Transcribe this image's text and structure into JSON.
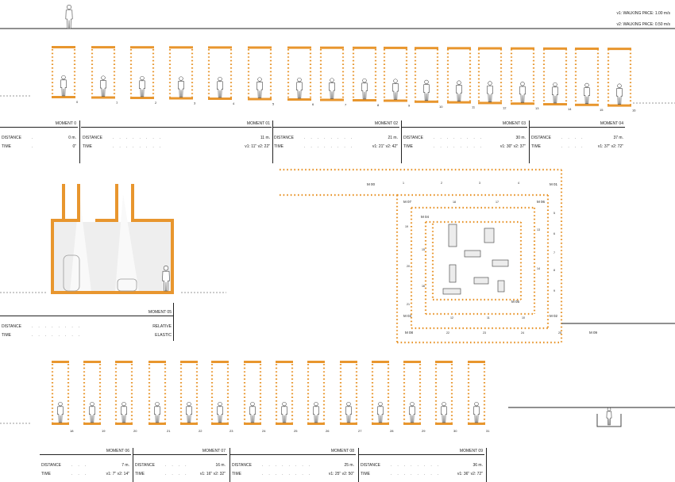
{
  "legend": {
    "v1": "v1: WALKING PACE: 1.00 m/s",
    "v2": "v2: WALKING PACE: 0.50 m/s"
  },
  "strip1": {
    "frame_labels": [
      "0",
      "1",
      "2",
      "3",
      "4",
      "5",
      "6",
      "7",
      "8",
      "9",
      "10",
      "11",
      "12",
      "13",
      "14",
      "15",
      "16"
    ]
  },
  "strip3": {
    "frame_labels": [
      "18",
      "19",
      "20",
      "21",
      "22",
      "23",
      "24",
      "25",
      "26",
      "27",
      "28",
      "29",
      "30",
      "31"
    ]
  },
  "moments_row1": [
    {
      "title": "MOMENT 0",
      "distance": "0 m.",
      "time": "0\""
    },
    {
      "title": "MOMENT 01",
      "distance": "11 m.",
      "time": "v1: 11\" v2: 22\""
    },
    {
      "title": "MOMENT 02",
      "distance": "21 m.",
      "time": "v1: 21\" v2: 42\""
    },
    {
      "title": "MOMENT 03",
      "distance": "30 m.",
      "time": "v1: 30\" v2: 37\""
    },
    {
      "title": "MOMENT 04",
      "distance": "37 m.",
      "time": "v1: 37\" v2: 72\""
    }
  ],
  "moment05": {
    "title": "MOMENT 05",
    "distance": "RELATIVE",
    "time": "ELASTIC"
  },
  "moments_row3": [
    {
      "title": "MOMENT 06",
      "distance": "7 m.",
      "time": "v1: 7\" v2: 14\""
    },
    {
      "title": "MOMENT 07",
      "distance": "16 m.",
      "time": "v1: 16\" v2: 32\""
    },
    {
      "title": "MOMENT 08",
      "distance": "25 m.",
      "time": "v1: 25\" v2: 50\""
    },
    {
      "title": "MOMENT 09",
      "distance": "36 m.",
      "time": "v1: 36\" v2: 72\""
    }
  ],
  "labels": {
    "distance": "DISTANCE",
    "time": "TIME"
  },
  "plan": {
    "moment_labels": [
      "M 00",
      "M 01",
      "M 02",
      "M 03",
      "M 04",
      "M 05",
      "M 06",
      "M 07",
      "M 08",
      "M 09"
    ],
    "point_numbers": [
      "1",
      "2",
      "3",
      "4",
      "5",
      "6",
      "7",
      "8",
      "9",
      "10",
      "11",
      "12",
      "13",
      "14",
      "15",
      "16",
      "17",
      "18",
      "19",
      "20",
      "21",
      "22",
      "23",
      "24",
      "25",
      "26",
      "27",
      "28",
      "29",
      "30",
      "31"
    ]
  },
  "colors": {
    "orange": "#e8962e",
    "line": "#222222",
    "figure": "#d9d9d9",
    "light": "#ececec"
  }
}
